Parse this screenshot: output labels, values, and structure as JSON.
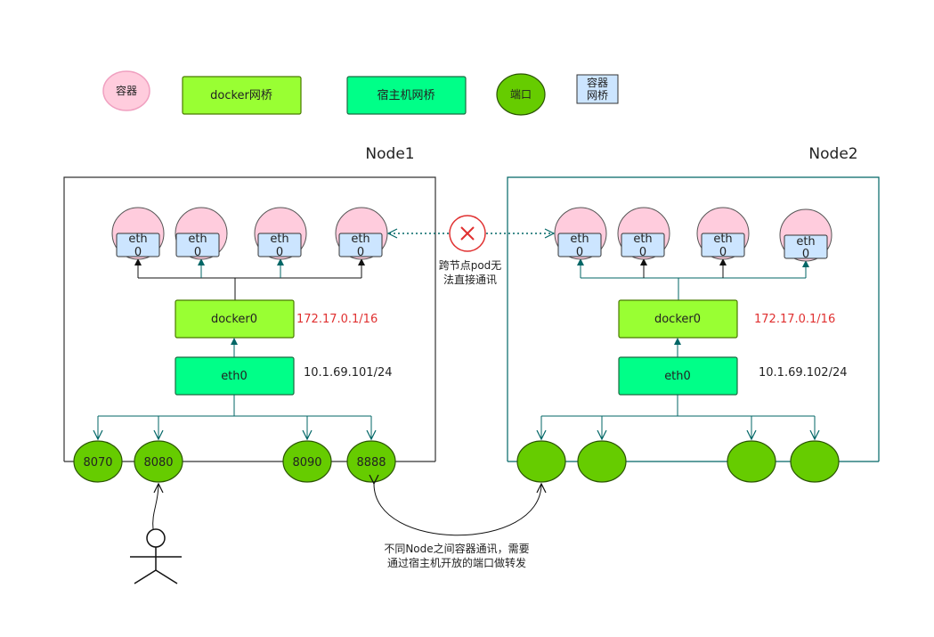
{
  "legend": {
    "container": "容器",
    "docker_bridge": "docker网桥",
    "host_bridge": "宿主机网桥",
    "port": "端口",
    "container_bridge_1": "容器",
    "container_bridge_2": "网桥"
  },
  "nodes": [
    {
      "title": "Node1",
      "containers": [
        {
          "line1": "eth",
          "line2": "0"
        },
        {
          "line1": "eth",
          "line2": "0"
        },
        {
          "line1": "eth",
          "line2": "0"
        },
        {
          "line1": "eth",
          "line2": "0"
        }
      ],
      "docker0_label": "docker0",
      "docker0_ip": "172.17.0.1/16",
      "eth0_label": "eth0",
      "eth0_ip": "10.1.69.101/24",
      "ports": [
        "8070",
        "8080",
        "8090",
        "8888"
      ]
    },
    {
      "title": "Node2",
      "containers": [
        {
          "line1": "eth",
          "line2": "0"
        },
        {
          "line1": "eth",
          "line2": "0"
        },
        {
          "line1": "eth",
          "line2": "0"
        },
        {
          "line1": "eth",
          "line2": "0"
        }
      ],
      "docker0_label": "docker0",
      "docker0_ip": "172.17.0.1/16",
      "eth0_label": "eth0",
      "eth0_ip": "10.1.69.102/24",
      "ports": [
        "",
        "",
        "",
        ""
      ]
    }
  ],
  "annotations": {
    "no_cross_node_1": "跨节点pod无",
    "no_cross_node_2": "法直接通讯",
    "forward_note_1": "不同Node之间容器通讯，需要",
    "forward_note_2": "通过宿主机开放的端口做转发"
  },
  "colors": {
    "container_fill": "#ffccdd",
    "container_stroke": "#e58fb0",
    "eth_box_fill": "#cce5ff",
    "docker_bridge_fill": "#99ff33",
    "host_bridge_fill": "#00ff88",
    "port_fill": "#66cc00",
    "teal": "#006666"
  }
}
